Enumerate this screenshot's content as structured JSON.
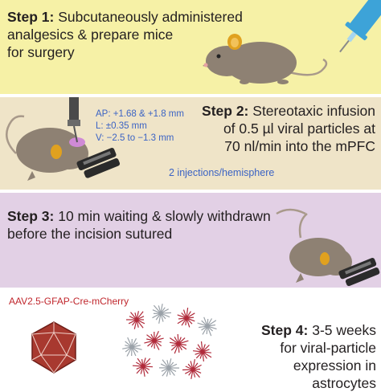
{
  "step1": {
    "label": "Step 1:",
    "text": "Subcutaneously administered\nanalgesics & prepare mice\nfor surgery"
  },
  "step2": {
    "label": "Step 2:",
    "text": "Stereotaxic infusion\nof 0.5 µl viral particles at\n70 nl/min into the mPFC",
    "coords": [
      "AP: +1.68 & +1.8 mm",
      "L: ±0.35 mm",
      "V: −2.5 to −1.3 mm"
    ],
    "injections": "2 injections/hemisphere"
  },
  "step3": {
    "label": "Step 3:",
    "text": "10 min waiting & slowly withdrawn\nbefore the incision sutured"
  },
  "step4": {
    "label": "Step 4:",
    "text": "3-5 weeks\nfor viral-particle\nexpression in astrocytes",
    "construct": "AAV2.5-GFAP-Cre-mCherry"
  },
  "colors": {
    "step1_bg": "#f6f1a6",
    "step2_bg": "#efe4c8",
    "step3_bg": "#e2d0e5",
    "mouse": "#8e8173",
    "blue_text": "#3b63c4",
    "red_text": "#c0272d"
  },
  "icons": [
    "syringe-icon",
    "mouse-icon",
    "stereotaxic-frame-icon",
    "virus-capsid-icon",
    "astrocyte-icon"
  ]
}
